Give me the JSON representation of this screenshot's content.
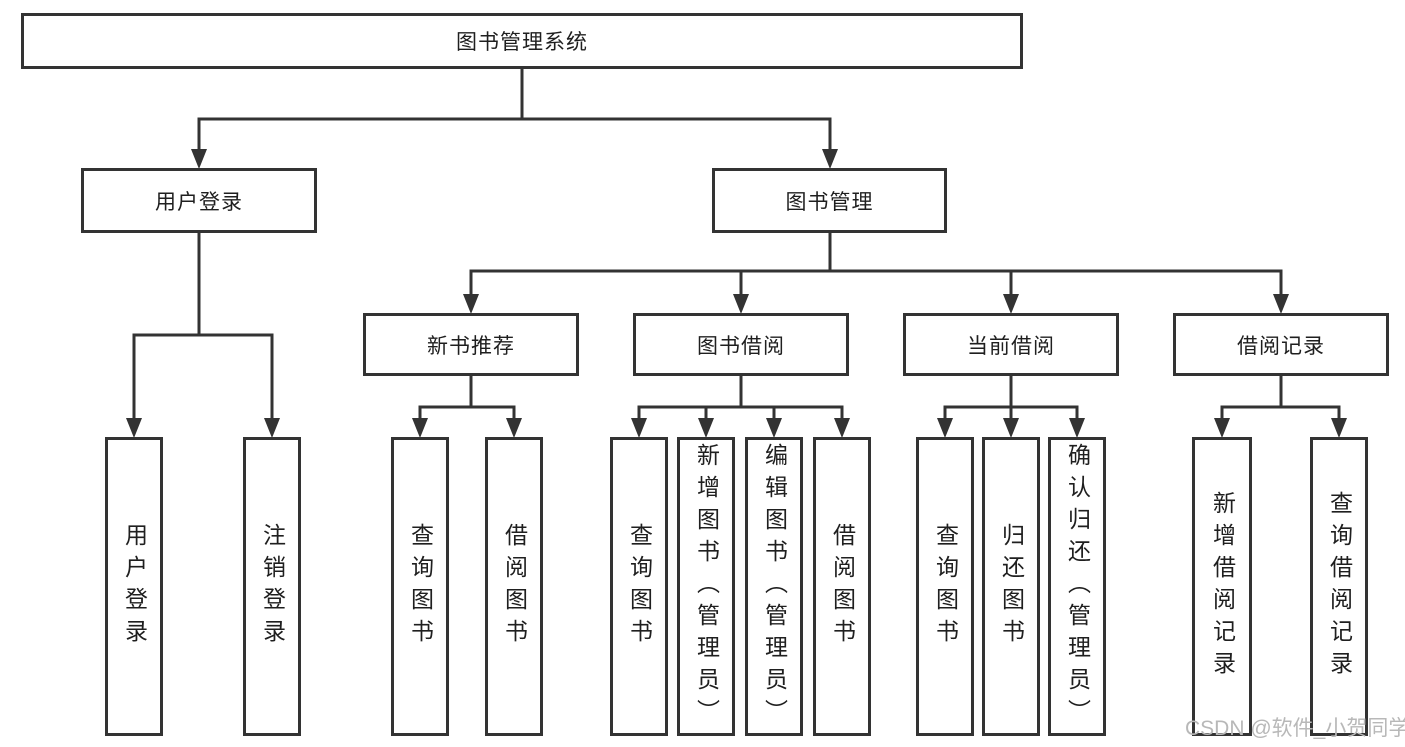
{
  "tree": {
    "label": "图书管理系统",
    "children": [
      {
        "label": "用户登录",
        "children": [
          {
            "label": "用户登录"
          },
          {
            "label": "注销登录"
          }
        ]
      },
      {
        "label": "图书管理",
        "children": [
          {
            "label": "新书推荐",
            "children": [
              {
                "label": "查询图书"
              },
              {
                "label": "借阅图书"
              }
            ]
          },
          {
            "label": "图书借阅",
            "children": [
              {
                "label": "查询图书"
              },
              {
                "label": "新增图书（管理员）"
              },
              {
                "label": "编辑图书（管理员）"
              },
              {
                "label": "借阅图书"
              }
            ]
          },
          {
            "label": "当前借阅",
            "children": [
              {
                "label": "查询图书"
              },
              {
                "label": "归还图书"
              },
              {
                "label": "确认归还（管理员）"
              }
            ]
          },
          {
            "label": "借阅记录",
            "children": [
              {
                "label": "新增借阅记录"
              },
              {
                "label": "查询借阅记录"
              }
            ]
          }
        ]
      }
    ]
  },
  "watermark": {
    "text": "CSDN @软件_小贺同学"
  },
  "colors": {
    "line": "#333333",
    "text": "#1f1f1f",
    "watermark": "#b8b8b8",
    "background": "#ffffff"
  }
}
